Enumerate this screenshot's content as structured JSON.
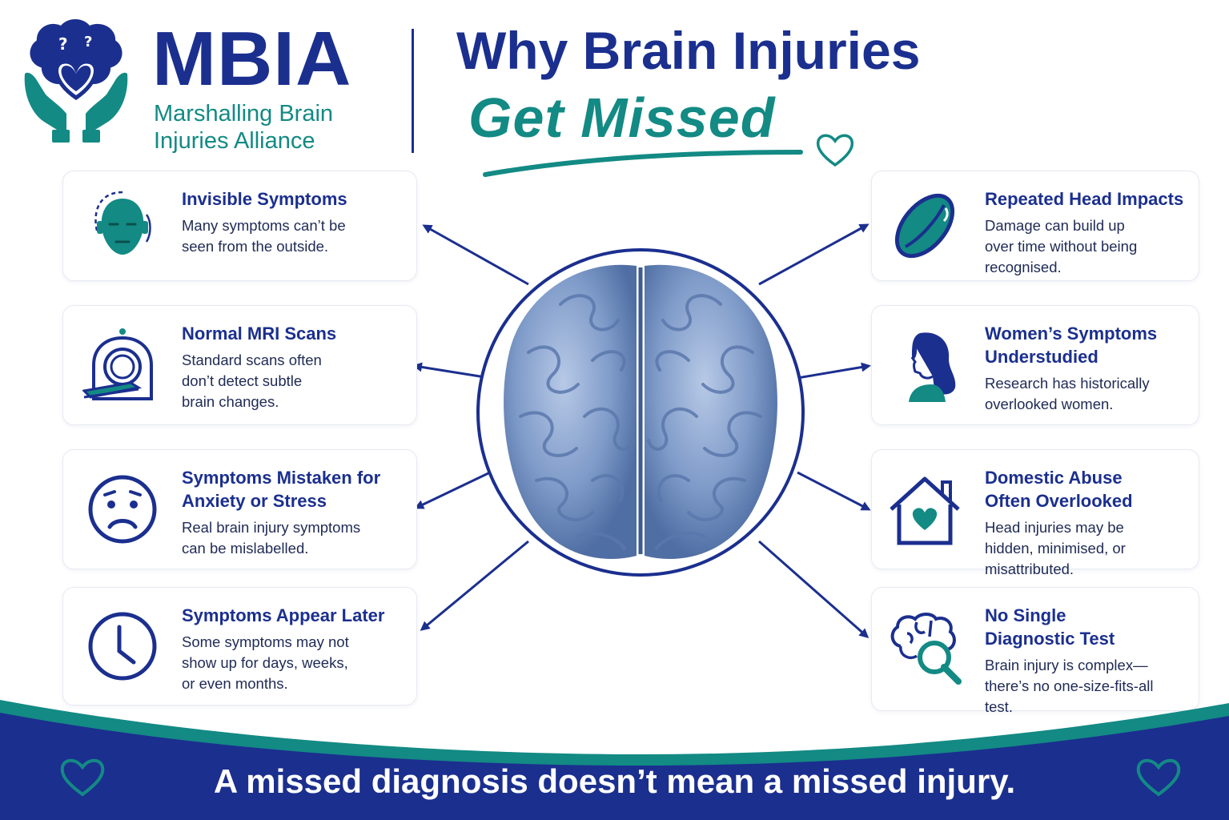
{
  "brand": {
    "abbr": "MBIA",
    "name_line1": "Marshalling Brain",
    "name_line2": "Injuries Alliance"
  },
  "title": {
    "line1": "Why Brain Injuries",
    "line2": "Get Missed"
  },
  "colors": {
    "navy": "#1b2f8f",
    "teal": "#138a84",
    "brain": "#7f9bc9"
  },
  "left_cards": [
    {
      "icon": "face-outline-icon",
      "title": "Invisible Symptoms",
      "desc": [
        "Many symptoms can’t be",
        "seen from the outside."
      ]
    },
    {
      "icon": "mri-scanner-icon",
      "title": "Normal MRI Scans",
      "desc": [
        "Standard scans often",
        "don’t detect subtle",
        "brain changes."
      ]
    },
    {
      "icon": "worried-face-icon",
      "title": "Symptoms Mistaken for Anxiety or Stress",
      "desc": [
        "Real brain injury symptoms",
        "can be mislabelled."
      ]
    },
    {
      "icon": "clock-icon",
      "title": "Symptoms Appear Later",
      "desc": [
        "Some symptoms may not",
        "show up for days, weeks,",
        "or even months."
      ]
    }
  ],
  "right_cards": [
    {
      "icon": "rugby-ball-icon",
      "title": "Repeated Head Impacts",
      "desc": [
        "Damage can build up",
        "over time without being",
        "recognised."
      ]
    },
    {
      "icon": "woman-profile-icon",
      "title": "Women’s Symptoms Understudied",
      "desc": [
        "Research has historically",
        "overlooked women."
      ]
    },
    {
      "icon": "house-heart-icon",
      "title": "Domestic Abuse Often Overlooked",
      "desc": [
        "Head injuries may be",
        "hidden, minimised, or",
        "misattributed."
      ]
    },
    {
      "icon": "brain-search-icon",
      "title": "No Single Diagnostic Test",
      "desc": [
        "Brain injury is complex—",
        "there’s no one-size-fits-all",
        "test."
      ]
    }
  ],
  "footer": {
    "message": "A missed diagnosis doesn’t mean a missed injury."
  }
}
